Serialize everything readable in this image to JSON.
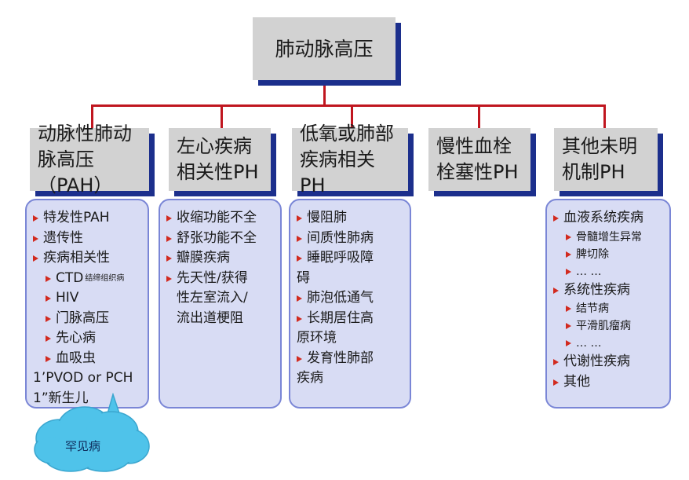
{
  "root": {
    "title": "肺动脉高压"
  },
  "categories": [
    {
      "lines": [
        "动脉性肺动",
        "脉高压（PAH）"
      ],
      "items": [
        {
          "text": "特发性PAH",
          "level": 0,
          "bullet": true
        },
        {
          "text": "遗传性",
          "level": 0,
          "bullet": true
        },
        {
          "text": "疾病相关性",
          "level": 0,
          "bullet": true
        },
        {
          "text": "CTD",
          "note": "结缔组织病",
          "level": 1,
          "bullet": true
        },
        {
          "text": "HIV",
          "level": 1,
          "bullet": true
        },
        {
          "text": "门脉高压",
          "level": 1,
          "bullet": true
        },
        {
          "text": "先心病",
          "level": 1,
          "bullet": true
        },
        {
          "text": "血吸虫",
          "level": 1,
          "bullet": true
        },
        {
          "text": "1’PVOD or PCH",
          "level": 0,
          "bullet": false
        },
        {
          "text": "1”新生儿",
          "level": 0,
          "bullet": false
        }
      ]
    },
    {
      "lines": [
        "左心疾病",
        "相关性PH"
      ],
      "items": [
        {
          "text": "收缩功能不全",
          "level": 0,
          "bullet": true
        },
        {
          "text": "舒张功能不全",
          "level": 0,
          "bullet": true
        },
        {
          "text": "瓣膜疾病",
          "level": 0,
          "bullet": true
        },
        {
          "text": "先天性/获得",
          "level": 0,
          "bullet": true
        },
        {
          "text": "性左室流入/",
          "level": 0,
          "bullet": false,
          "indent": true
        },
        {
          "text": "流出道梗阻",
          "level": 0,
          "bullet": false,
          "indent": true
        }
      ]
    },
    {
      "lines": [
        "低氧或肺部",
        "疾病相关PH"
      ],
      "items": [
        {
          "text": "慢阻肺",
          "level": 0,
          "bullet": true
        },
        {
          "text": "间质性肺病",
          "level": 0,
          "bullet": true
        },
        {
          "text": "睡眠呼吸障",
          "level": 0,
          "bullet": true
        },
        {
          "text": "碍",
          "level": 0,
          "bullet": false
        },
        {
          "text": "肺泡低通气",
          "level": 0,
          "bullet": true
        },
        {
          "text": "长期居住高",
          "level": 0,
          "bullet": true
        },
        {
          "text": "原环境",
          "level": 0,
          "bullet": false
        },
        {
          "text": "发育性肺部",
          "level": 0,
          "bullet": true
        },
        {
          "text": "疾病",
          "level": 0,
          "bullet": false
        }
      ]
    },
    {
      "lines": [
        "慢性血栓",
        "栓塞性PH"
      ],
      "items": []
    },
    {
      "lines": [
        "其他未明",
        "机制PH"
      ],
      "items": [
        {
          "text": "血液系统疾病",
          "level": 0,
          "bullet": true
        },
        {
          "text": "骨髓增生异常",
          "level": 1,
          "bullet": true,
          "small": true
        },
        {
          "text": "脾切除",
          "level": 1,
          "bullet": true,
          "small": true
        },
        {
          "text": "… …",
          "level": 1,
          "bullet": true,
          "small": true
        },
        {
          "text": "系统性疾病",
          "level": 0,
          "bullet": true
        },
        {
          "text": "结节病",
          "level": 1,
          "bullet": true,
          "small": true
        },
        {
          "text": "平滑肌瘤病",
          "level": 1,
          "bullet": true,
          "small": true
        },
        {
          "text": "… …",
          "level": 1,
          "bullet": true,
          "small": true
        },
        {
          "text": "代谢性疾病",
          "level": 0,
          "bullet": true
        },
        {
          "text": "其他",
          "level": 0,
          "bullet": true
        }
      ]
    }
  ],
  "callout": {
    "text": "罕见病"
  },
  "colors": {
    "connector": "#c0161f",
    "box_shadow": "#1c2f8c",
    "header_fill": "#d2d2d2",
    "list_fill": "#d8dcf4",
    "list_border": "#7a86d6",
    "bullet": "#d22a1f",
    "cloud": "#4fc3ea"
  }
}
